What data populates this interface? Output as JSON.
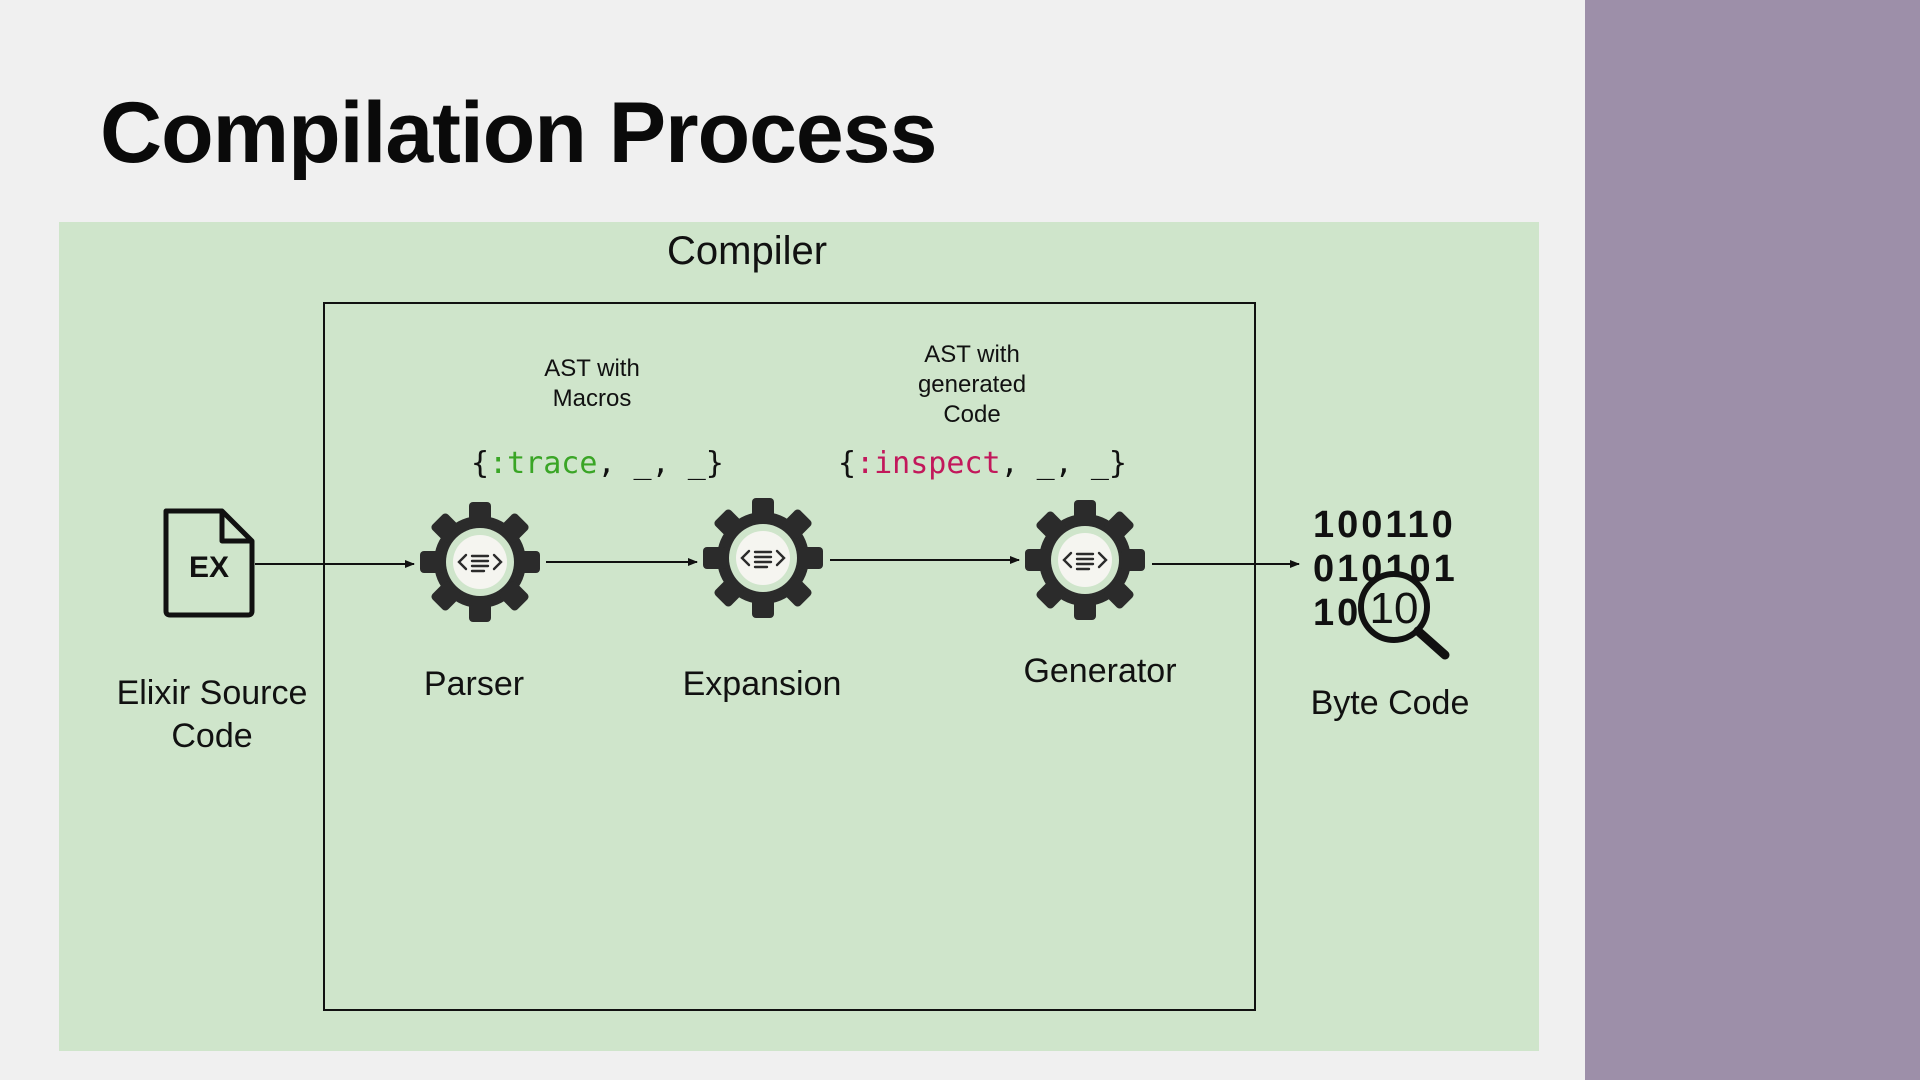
{
  "slide": {
    "title": "Compilation Process"
  },
  "compiler": {
    "label": "Compiler",
    "ast_macros_caption_line1": "AST with",
    "ast_macros_caption_line2": "Macros",
    "ast_generated_caption_line1": "AST with",
    "ast_generated_caption_line2": "generated",
    "ast_generated_caption_line3": "Code",
    "tuple_trace": {
      "open": "{",
      "atom": ":trace",
      "rest": ", _, _}"
    },
    "tuple_inspect": {
      "open": "{",
      "atom": ":inspect",
      "rest": ", _, _}"
    }
  },
  "nodes": {
    "source": {
      "icon_text": "EX",
      "label_line1": "Elixir Source",
      "label_line2": "Code"
    },
    "parser": {
      "label": "Parser"
    },
    "expansion": {
      "label": "Expansion"
    },
    "generator": {
      "label": "Generator"
    },
    "bytecode": {
      "label": "Byte Code",
      "bits_row1": "100110",
      "bits_row2": "010101",
      "bits_row3_left": "10",
      "bits_lens": "10"
    }
  },
  "colors": {
    "side_panel": "#9d8fa9",
    "compiler_region": "#cfe5cb",
    "atom_trace": "#3aa526",
    "atom_inspect": "#c2185b",
    "gear": "#2b2b2b"
  }
}
